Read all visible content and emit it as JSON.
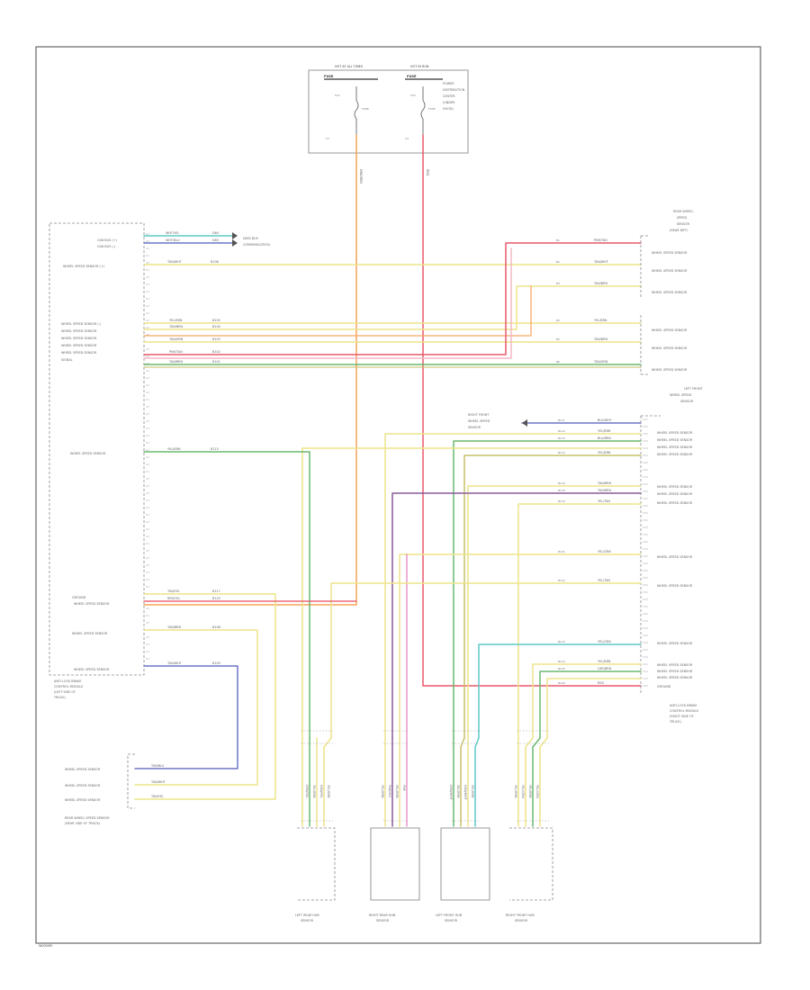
{
  "footer_code": "W0000M",
  "fuse_block": {
    "title_left": "HOT AT ALL TIMES",
    "title_left_sub": "FUSE",
    "title_right": "HOT IN RUN",
    "title_right_sub": "FUSE",
    "desc": [
      "POWER",
      "DISTRIBUTION",
      "CENTER",
      "(UNDER",
      "HOOD)"
    ],
    "wire_left": "ORG/RED",
    "wire_right": "RED"
  },
  "colors": {
    "orange": "#f6a25a",
    "red": "#e85a6a",
    "yellow": "#eee48a",
    "green": "#69b86e",
    "blue": "#6f77c9",
    "cyan": "#5dcac8",
    "pink": "#e46fb3",
    "purple": "#8a5a9a",
    "olive": "#c9c06a",
    "gray": "#9a9a9a"
  },
  "left_module": {
    "name": [
      "ANTI-LOCK BRAKE",
      "CONTROL MODULE",
      "(LEFT SIDE OF",
      "TRUCK)"
    ],
    "pin_labels": [
      "CAN BUS (+)",
      "CAN BUS (-)",
      "WHEEL SPEED SENSOR (+)",
      "WHEEL SPEED SENSOR (-)",
      "WHEEL SPEED SENSOR",
      "WHEEL SPEED SENSOR",
      "WHEEL SPEED SENSOR",
      "WHEEL SPEED SENSOR",
      "SIGNAL",
      "WHEEL SPEED SENSOR",
      "GROUND",
      "WHEEL SPEED SENSOR",
      "WHEEL SPEED SENSOR",
      "WHEEL SPEED SENSOR"
    ],
    "wire_codes": [
      "WHT/YEL",
      "WHT/BLU",
      "TAN/WHT",
      "YEL/BRN",
      "TAN/BRN",
      "TAN/GRN",
      "PNK/TAN",
      "TAN/BRN",
      "YEL/BRN",
      "TAN/YEL",
      "RED/YEL",
      "TAN/BRN",
      "TAN/WHT"
    ],
    "circuit_codes": [
      "D64",
      "D65",
      "B106",
      "B105",
      "B104",
      "B103",
      "B102",
      "B101",
      "B115",
      "B117",
      "B120",
      "B108",
      "B109"
    ]
  },
  "ref_note": [
    "DATA BUS",
    "COMMUNICATION"
  ],
  "right_top_module": {
    "name": [
      "REAR WHEEL",
      "SPEED",
      "SENSOR",
      "(REAR DIFF)"
    ],
    "pin_labels": [
      "WHEEL SPEED SENSOR",
      "WHEEL SPEED SENSOR",
      "WHEEL SPEED SENSOR",
      "WHEEL SPEED SENSOR",
      "WHEEL SPEED SENSOR",
      "WHEEL SPEED SENSOR"
    ],
    "wire_codes": [
      "PNK/TAN",
      "TAN/WHT",
      "TAN/BRN",
      "YEL/BRN",
      "TAN/BRN",
      "TAN/GRN"
    ],
    "circuit_codes": [
      "B1",
      "B2",
      "B3",
      "B4",
      "B5",
      "B6"
    ]
  },
  "right_mid_module": {
    "name": [
      "LEFT FRONT",
      "WHEEL SPEED",
      "SENSOR"
    ],
    "junction_label": [
      "RIGHT FRONT",
      "WHEEL SPEED",
      "SENSOR"
    ]
  },
  "right_bottom_module": {
    "name": [
      "ANTI-LOCK BRAKE",
      "CONTROL MODULE",
      "(RIGHT SIDE OF",
      "TRUCK)"
    ],
    "pin_labels": [
      "WHEEL SPEED SENSOR",
      "WHEEL SPEED SENSOR",
      "WHEEL SPEED SENSOR",
      "WHEEL SPEED SENSOR",
      "WHEEL SPEED SENSOR",
      "WHEEL SPEED SENSOR",
      "WHEEL SPEED SENSOR",
      "WHEEL SPEED SENSOR",
      "WHEEL SPEED SENSOR",
      "WHEEL SPEED SENSOR",
      "WHEEL SPEED SENSOR",
      "WHEEL SPEED SENSOR",
      "WHEEL SPEED SENSOR",
      "GROUND"
    ],
    "wire_codes": [
      "BLU/WHT",
      "YEL/BRN",
      "BLU/BRN",
      "YEL/BRN",
      "TAN/BRN",
      "TAN/BRN",
      "YEL/TAN",
      "YEL/GRN",
      "YEL/TAN",
      "YEL/GRN",
      "YEL/BRN",
      "GRY/BRN",
      "RED"
    ],
    "circuit_codes": [
      "B111",
      "B112",
      "B113",
      "B114",
      "B116",
      "B118",
      "B119",
      "B121",
      "B122",
      "B123",
      "B124",
      "B125",
      "B126"
    ]
  },
  "bottom_left_module": {
    "name": [
      "REAR WHEEL SPEED SENSOR",
      "(REAR SIDE OF TRUCK)"
    ],
    "pin_labels": [
      "WHEEL SPEED SENSOR",
      "WHEEL SPEED SENSOR",
      "WHEEL SPEED SENSOR"
    ],
    "wire_codes": [
      "TAN/BLU",
      "TAN/WHT",
      "TAN/YEL"
    ]
  },
  "bottom_sensors": [
    {
      "name": [
        "LEFT REAR HUB",
        "SENSOR"
      ],
      "wire_codes": [
        "GRN/YEL",
        "YEL/BRN",
        "GRN/YEL",
        "YEL/BRN"
      ]
    },
    {
      "name": [
        "RIGHT REAR HUB",
        "SENSOR"
      ],
      "wire_codes": [
        "YEL/BRN",
        "PNK/VIO",
        "YEL/BRN",
        "PNK"
      ]
    },
    {
      "name": [
        "LEFT FRONT HUB",
        "SENSOR"
      ],
      "wire_codes": [
        "GRN/WHT",
        "YEL/BRN",
        "GRN/WHT",
        "YEL/BRN"
      ]
    },
    {
      "name": [
        "RIGHT FRONT HUB",
        "SENSOR"
      ],
      "wire_codes": [
        "YEL/BRN",
        "YEL/GRN",
        "YEL/BRN",
        "YEL/GRN"
      ]
    }
  ]
}
